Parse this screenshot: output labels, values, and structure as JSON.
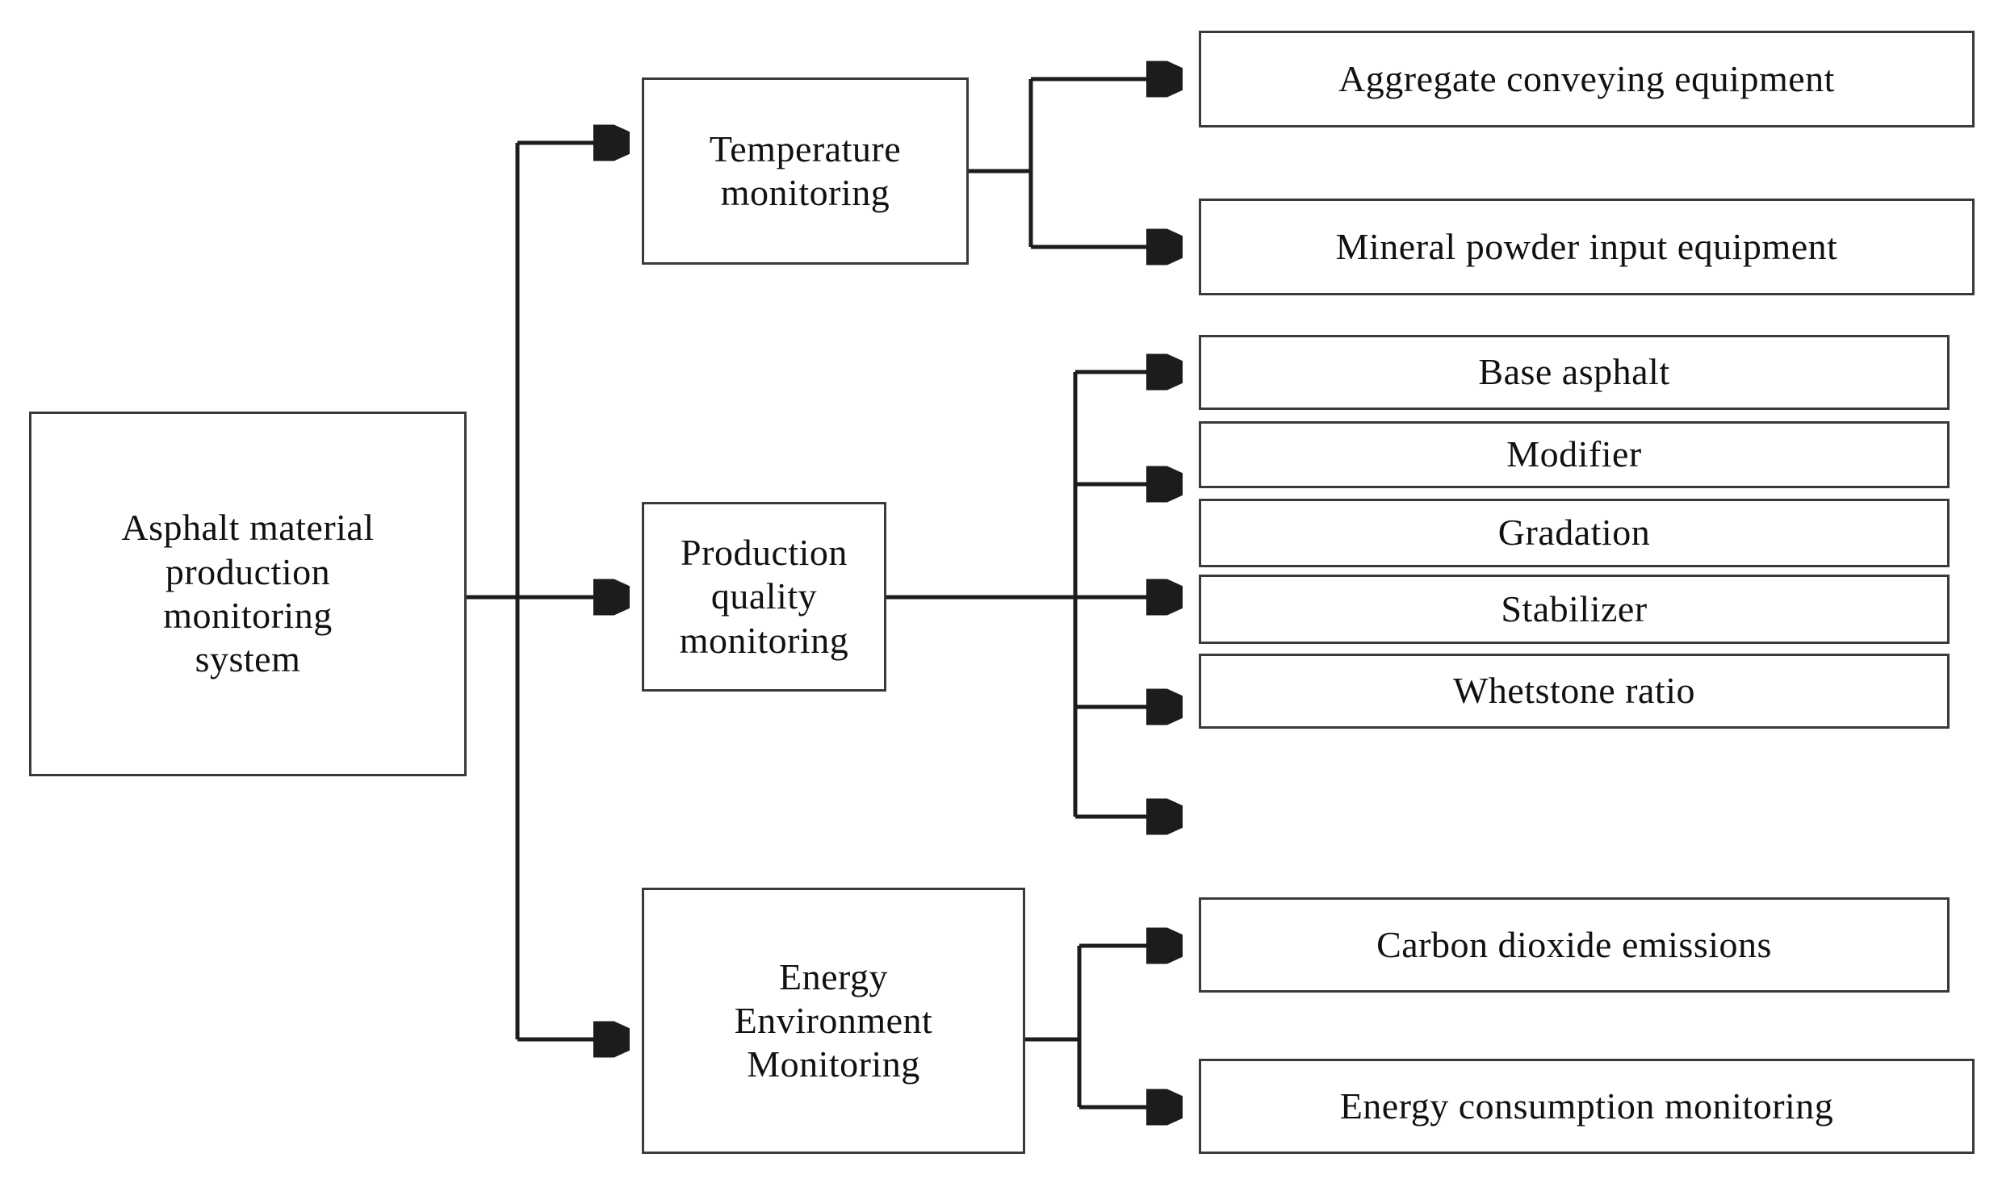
{
  "diagram": {
    "type": "hierarchy-tree",
    "title": "Asphalt material production monitoring system",
    "orientation": "left-to-right",
    "colors": {
      "box_border": "#3a3a3a",
      "box_fill": "#ffffff",
      "connector": "#1c1c1c",
      "text": "#111111"
    },
    "root": {
      "label": "Asphalt material\nproduction\nmonitoring\nsystem"
    },
    "branches": [
      {
        "label": "Temperature\nmonitoring",
        "children": [
          {
            "label": "Aggregate conveying equipment"
          },
          {
            "label": "Mineral powder input equipment"
          }
        ]
      },
      {
        "label": "Production\nquality\nmonitoring",
        "children": [
          {
            "label": "Base asphalt"
          },
          {
            "label": "Modifier"
          },
          {
            "label": "Gradation"
          },
          {
            "label": "Stabilizer"
          },
          {
            "label": "Whetstone ratio"
          }
        ]
      },
      {
        "label": "Energy\nEnvironment\nMonitoring",
        "children": [
          {
            "label": "Carbon dioxide emissions"
          },
          {
            "label": "Energy consumption monitoring"
          }
        ]
      }
    ]
  }
}
